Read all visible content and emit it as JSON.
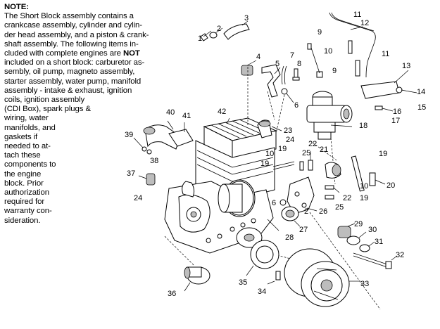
{
  "note": {
    "title": "NOTE:",
    "lines": [
      {
        "t": "The Short Block assembly contains a"
      },
      {
        "t": "crankcase assembly, cylinder and cylin-"
      },
      {
        "t": "der head assembly, and a piston & crank-"
      },
      {
        "t": "shaft assembly.  The following items in-"
      },
      {
        "t": "cluded with complete engines are ",
        "b": "NOT"
      },
      {
        "t": "included on a short block:  carburetor as-"
      },
      {
        "t": "sembly, oil pump, magneto assembly,"
      },
      {
        "t": "starter assembly, water pump, manifold"
      },
      {
        "t": "assembly - intake & exhaust, ignition"
      },
      {
        "t": "coils, ignition assembly"
      },
      {
        "t": "(CDI Box), spark plugs &"
      },
      {
        "t": "wiring, water"
      },
      {
        "t": "manifolds, and"
      },
      {
        "t": "gaskets if"
      },
      {
        "t": "needed to at-"
      },
      {
        "t": "tach these"
      },
      {
        "t": "components to"
      },
      {
        "t": "the engine"
      },
      {
        "t": "block.  Prior"
      },
      {
        "t": "authorization"
      },
      {
        "t": "required for"
      },
      {
        "t": "warranty con-"
      },
      {
        "t": "sideration."
      }
    ]
  },
  "callouts": [
    {
      "id": "1",
      "label": "1"
    },
    {
      "id": "2",
      "label": "2"
    },
    {
      "id": "3",
      "label": "3"
    },
    {
      "id": "4",
      "label": "4"
    },
    {
      "id": "5",
      "label": "5"
    },
    {
      "id": "6",
      "label": "6"
    },
    {
      "id": "7",
      "label": "7"
    },
    {
      "id": "8",
      "label": "8"
    },
    {
      "id": "9a",
      "label": "9"
    },
    {
      "id": "10a",
      "label": "10"
    },
    {
      "id": "9b",
      "label": "9"
    },
    {
      "id": "11a",
      "label": "11"
    },
    {
      "id": "12",
      "label": "12"
    },
    {
      "id": "11b",
      "label": "11"
    },
    {
      "id": "13",
      "label": "13"
    },
    {
      "id": "14",
      "label": "14"
    },
    {
      "id": "15",
      "label": "15"
    },
    {
      "id": "16",
      "label": "16"
    },
    {
      "id": "17",
      "label": "17"
    },
    {
      "id": "18",
      "label": "18"
    },
    {
      "id": "19a",
      "label": "19"
    },
    {
      "id": "40",
      "label": "40"
    },
    {
      "id": "41",
      "label": "41"
    },
    {
      "id": "42",
      "label": "42"
    },
    {
      "id": "23",
      "label": "23"
    },
    {
      "id": "24a",
      "label": "24"
    },
    {
      "id": "39",
      "label": "39"
    },
    {
      "id": "38",
      "label": "38"
    },
    {
      "id": "22a",
      "label": "22"
    },
    {
      "id": "25a",
      "label": "25"
    },
    {
      "id": "21",
      "label": "21"
    },
    {
      "id": "10b",
      "label": "10"
    },
    {
      "id": "19b",
      "label": "19"
    },
    {
      "id": "37",
      "label": "37"
    },
    {
      "id": "24b",
      "label": "24"
    },
    {
      "id": "10c",
      "label": "10"
    },
    {
      "id": "19c",
      "label": "19"
    },
    {
      "id": "20",
      "label": "20"
    },
    {
      "id": "22b",
      "label": "22"
    },
    {
      "id": "25b",
      "label": "25"
    },
    {
      "id": "26",
      "label": "26"
    },
    {
      "id": "6b",
      "label": "6"
    },
    {
      "id": "2b",
      "label": "2"
    },
    {
      "id": "27",
      "label": "27"
    },
    {
      "id": "28",
      "label": "28"
    },
    {
      "id": "29",
      "label": "29"
    },
    {
      "id": "30",
      "label": "30"
    },
    {
      "id": "31",
      "label": "31"
    },
    {
      "id": "32",
      "label": "32"
    },
    {
      "id": "33",
      "label": "33"
    },
    {
      "id": "34",
      "label": "34"
    },
    {
      "id": "35",
      "label": "35"
    },
    {
      "id": "36",
      "label": "36"
    },
    {
      "id": "19d",
      "label": "19"
    }
  ]
}
